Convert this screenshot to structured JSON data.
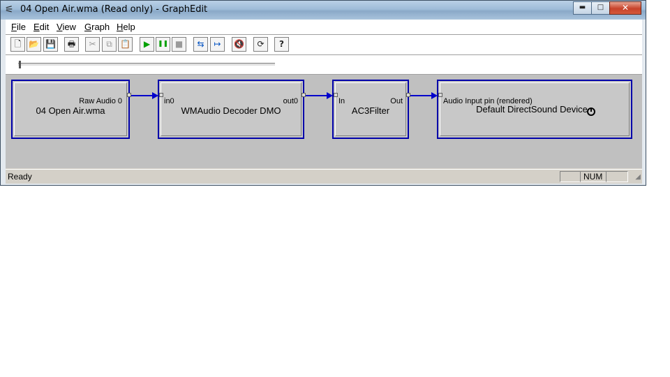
{
  "window": {
    "title": "04 Open Air.wma (Read only) - GraphEdit",
    "app_icon": "graphedit-icon",
    "minimize": "▬",
    "maximize": "□",
    "close": "✕"
  },
  "menu": [
    "File",
    "Edit",
    "View",
    "Graph",
    "Help"
  ],
  "toolbar": {
    "buttons": [
      {
        "name": "new-icon",
        "glyph": "🗋"
      },
      {
        "name": "open-icon",
        "glyph": "📂"
      },
      {
        "name": "save-icon",
        "glyph": "💾"
      },
      {
        "name": "print-icon",
        "glyph": "🖶"
      },
      {
        "name": "cut-icon",
        "glyph": "✂"
      },
      {
        "name": "copy-icon",
        "glyph": "⧉"
      },
      {
        "name": "paste-icon",
        "glyph": "📋"
      },
      {
        "name": "play-icon",
        "glyph": "▶"
      },
      {
        "name": "pause-icon",
        "glyph": "❚❚"
      },
      {
        "name": "stop-icon",
        "glyph": "■"
      },
      {
        "name": "seek-icon",
        "glyph": "⇆"
      },
      {
        "name": "frame-step-icon",
        "glyph": "↦"
      },
      {
        "name": "mute-icon",
        "glyph": "🔇"
      },
      {
        "name": "refresh-icon",
        "glyph": "⟳"
      },
      {
        "name": "help-icon",
        "glyph": "?"
      }
    ],
    "colors": {
      "play": "#00a000",
      "pause": "#00a000",
      "disabled": "#9a9a9a"
    }
  },
  "seek": {
    "position": 0
  },
  "filters": [
    {
      "name": "04 Open Air.wma",
      "out_pin": "Raw Audio 0"
    },
    {
      "name": "WMAudio Decoder DMO",
      "in_pin": "in0",
      "out_pin": "out0"
    },
    {
      "name": "AC3Filter",
      "in_pin": "In",
      "out_pin": "Out"
    },
    {
      "name": "Default DirectSound Device",
      "in_pin": "Audio Input pin (rendered)",
      "clock": "clock-icon"
    }
  ],
  "status": {
    "text": "Ready",
    "panels": [
      "",
      "NUM",
      ""
    ]
  },
  "colors": {
    "filter_border": "#0000aa",
    "connection": "#0000cc",
    "graph_bg": "#c0c0c0"
  }
}
